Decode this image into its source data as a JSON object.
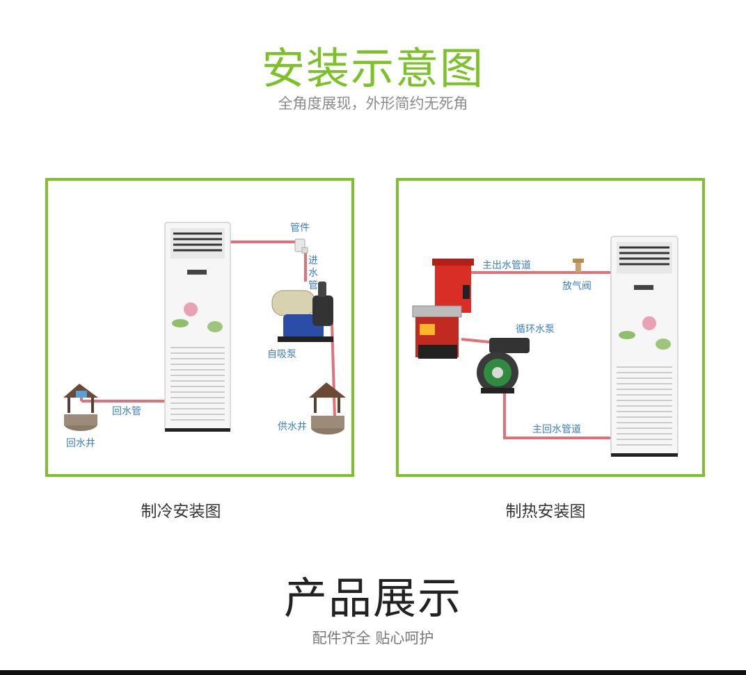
{
  "header": {
    "title": "安装示意图",
    "subtitle": "全角度展现，外形简约无死角"
  },
  "cooling": {
    "caption": "制冷安装图",
    "labels": {
      "fittings": "管件",
      "inlet_1": "进",
      "inlet_2": "水",
      "inlet_3": "管",
      "self_priming_pump": "自吸泵",
      "return_pipe": "回水管",
      "return_well": "回水井",
      "supply_well": "供水井"
    }
  },
  "heating": {
    "caption": "制热安装图",
    "labels": {
      "main_outlet": "主出水管道",
      "air_valve": "放气阀",
      "circulation_pump": "循环水泵",
      "main_return": "主回水管道"
    }
  },
  "product": {
    "title": "产品展示",
    "subtitle": "配件齐全 贴心呵护"
  },
  "colors": {
    "accent": "#7cc02a",
    "pipe": "#e0707a",
    "label": "#3a7fc1"
  }
}
